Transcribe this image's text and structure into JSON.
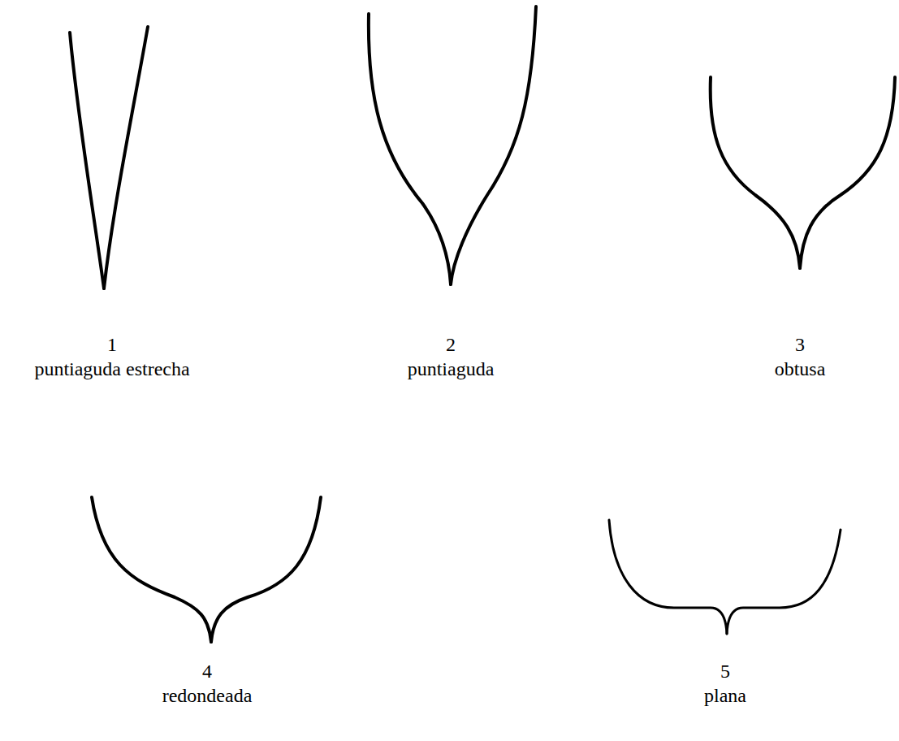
{
  "diagram": {
    "labels": [
      "1",
      "puntiaguda estrecha",
      "2",
      "puntiaguda",
      "3",
      "obtusa",
      "4",
      "redondeada",
      "5",
      "plana"
    ]
  }
}
